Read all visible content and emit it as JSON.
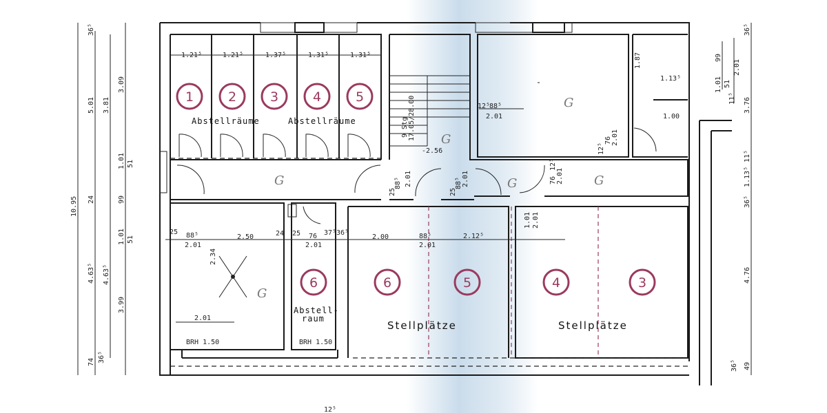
{
  "plan": {
    "room_labels": {
      "storage_rooms_a": "Abstellräume",
      "storage_rooms_b": "Abstellräume",
      "storage_room_line1": "Abstell-",
      "storage_room_line2": "raum",
      "parking_a": "Stellplätze",
      "parking_b": "Stellplätze"
    },
    "unit_numbers_top": [
      "1",
      "2",
      "3",
      "4",
      "5"
    ],
    "unit_numbers_bottom": [
      "6",
      "6",
      "5",
      "4",
      "3"
    ],
    "hand_marks": [
      "G",
      "G",
      "G",
      "G",
      "G",
      "G"
    ],
    "stair_level": "-2.56",
    "stair_note_1": "9 Stg",
    "stair_note_2": "17.05/28.00",
    "sill_height_a": "BRH 1.50",
    "sill_height_b": "BRH 1.50",
    "top_widths": [
      "1.21⁵",
      "1.21⁵",
      "1.37⁵",
      "1.31⁵",
      "1.31⁵"
    ],
    "door_dims": {
      "d1a": "25",
      "d1b": "88⁵",
      "d1c": "2.01",
      "d2a": "25",
      "d2b": "88⁵",
      "d2c": "2.01",
      "d3a": "12⁵",
      "d3b": "88⁵",
      "d3c": "2.01",
      "d4a": "12⁵",
      "d4b": "76",
      "d4c": "2.01",
      "d5a": "76",
      "d5b": "12⁵",
      "d5c": "2.01",
      "d6a": "1.01",
      "d6b": "2.01"
    },
    "small_room_dims": {
      "h": "1.87",
      "w1": "1.13⁵",
      "w2": "1.00"
    },
    "lower_chain": [
      "25",
      "88⁵",
      "2.01",
      "2.50",
      "24",
      "25",
      "76",
      "2.01",
      "37⁵",
      "36⁵",
      "2.00",
      "88⁵",
      "2.01",
      "2.12⁵"
    ],
    "room_dims": {
      "h": "2.34",
      "w": "2.01"
    },
    "left_dims": {
      "total": "10.95",
      "a1": "36⁵",
      "a2": "5.01",
      "a3": "24",
      "a4": "4.63⁵",
      "a5": "74",
      "b1": "3.81",
      "b2": "4.63⁵",
      "b3": "36⁵",
      "c1": "3.09",
      "c2": "1.01",
      "c3": "51",
      "c4": "99",
      "c5": "1.01",
      "c6": "51",
      "c7": "3.99"
    },
    "right_dims": {
      "a1": "99",
      "a2": "1.01",
      "a3": "51",
      "a4": "11⁵",
      "b1": "2.01",
      "c1": "36⁵",
      "c2": "3.76",
      "c3": "11⁵",
      "c4": "1.13⁵",
      "c5": "36⁵",
      "c6": "4.76",
      "c7": "49",
      "c8": "36⁵"
    },
    "bottom_cut": "12⁵",
    "colors": {
      "unit_circle": "#9a3a5e",
      "lines": "#1a1a1a",
      "scan_tint": "#bcd3e6"
    }
  }
}
